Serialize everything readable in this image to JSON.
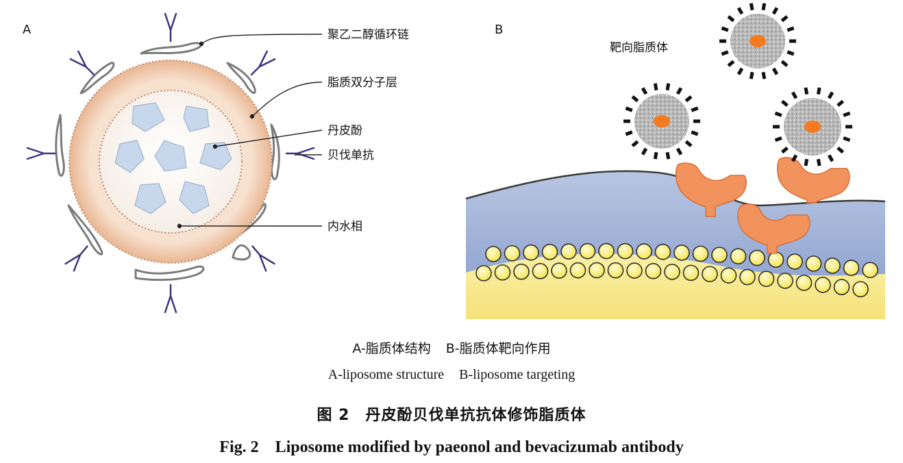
{
  "panel_a": {
    "letter": "A",
    "labels": {
      "peg_chain": "聚乙二醇循环链",
      "lipid_bilayer": "脂质双分子层",
      "paeonol": "丹皮酚",
      "bevacizumab": "贝伐单抗",
      "inner_water_phase": "内水相"
    }
  },
  "panel_b": {
    "letter": "B",
    "labels": {
      "targeted_liposome": "靶向脂质体"
    }
  },
  "captions": {
    "panel_zh_a": "A-脂质体结构",
    "panel_zh_b": "B-脂质体靶向作用",
    "panel_en_a": "A-liposome structure",
    "panel_en_b": "B-liposome targeting",
    "figure_title_zh": "图 2　丹皮酚贝伐单抗抗体修饰脂质体",
    "figure_title_en": "Fig. 2　Liposome modified by paeonol and bevacizumab antibody"
  },
  "colors": {
    "bilayer": "#F3D7C0",
    "inner_phase": "#FBF7F2",
    "paeonol": "#C9D9EC",
    "antibody": "#3B3580",
    "peg": "#707070",
    "membrane_blue": "#9FB1D6",
    "lipid_yellow": "#FBEE8C",
    "receptor": "#F0915A",
    "liposome_core": "#F47A20"
  }
}
